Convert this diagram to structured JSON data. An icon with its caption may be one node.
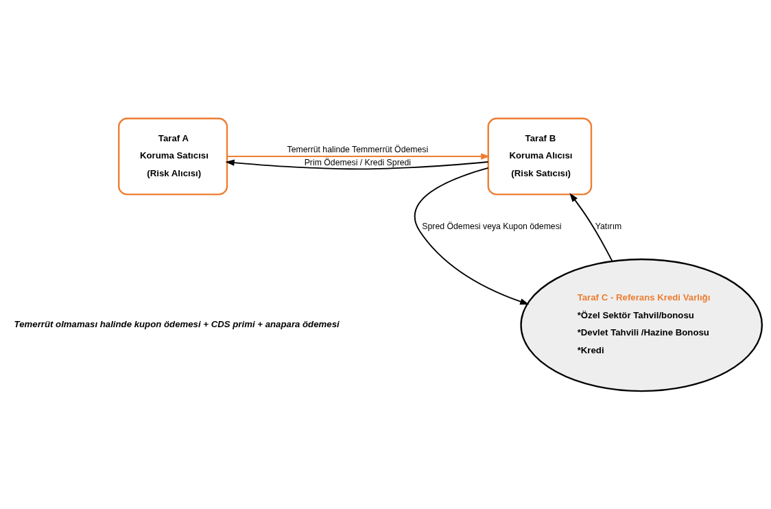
{
  "diagram": {
    "nodes": [
      {
        "text": [
          "Taraf A",
          "Koruma Satıcısı",
          "(Risk Alıcısı)"
        ]
      },
      {
        "text": [
          "Taraf B",
          "Koruma Alıcısı",
          "(Risk Satıcısı)"
        ]
      },
      {
        "text": [
          "Taraf C - Referans Kredi Varlığı",
          "*Özel Sektör Tahvil/bonosu",
          "*Devlet Tahvili /Hazine Bonosu",
          "*Kredi"
        ]
      }
    ],
    "edges": [
      {
        "from": 1,
        "to": 0,
        "arrow": "to",
        "label": "Prim Ödemesi / Kredi Spredi"
      },
      {
        "from": 0,
        "to": 1,
        "arrow": "to",
        "label": "Temerrüt halinde Temmerrüt Ödemesi",
        "color": "#ed7d31"
      },
      {
        "from": 1,
        "to": 2,
        "arrow": "to",
        "label": "Spred Ödemesi veya Kupon ödemesi"
      },
      {
        "from": 2,
        "to": 1,
        "arrow": "to",
        "label": "Yatırım"
      }
    ],
    "labels": [
      "Temerrüt olmaması halinde kupon ödemesi + CDS primi + anapara ödemesi"
    ]
  }
}
